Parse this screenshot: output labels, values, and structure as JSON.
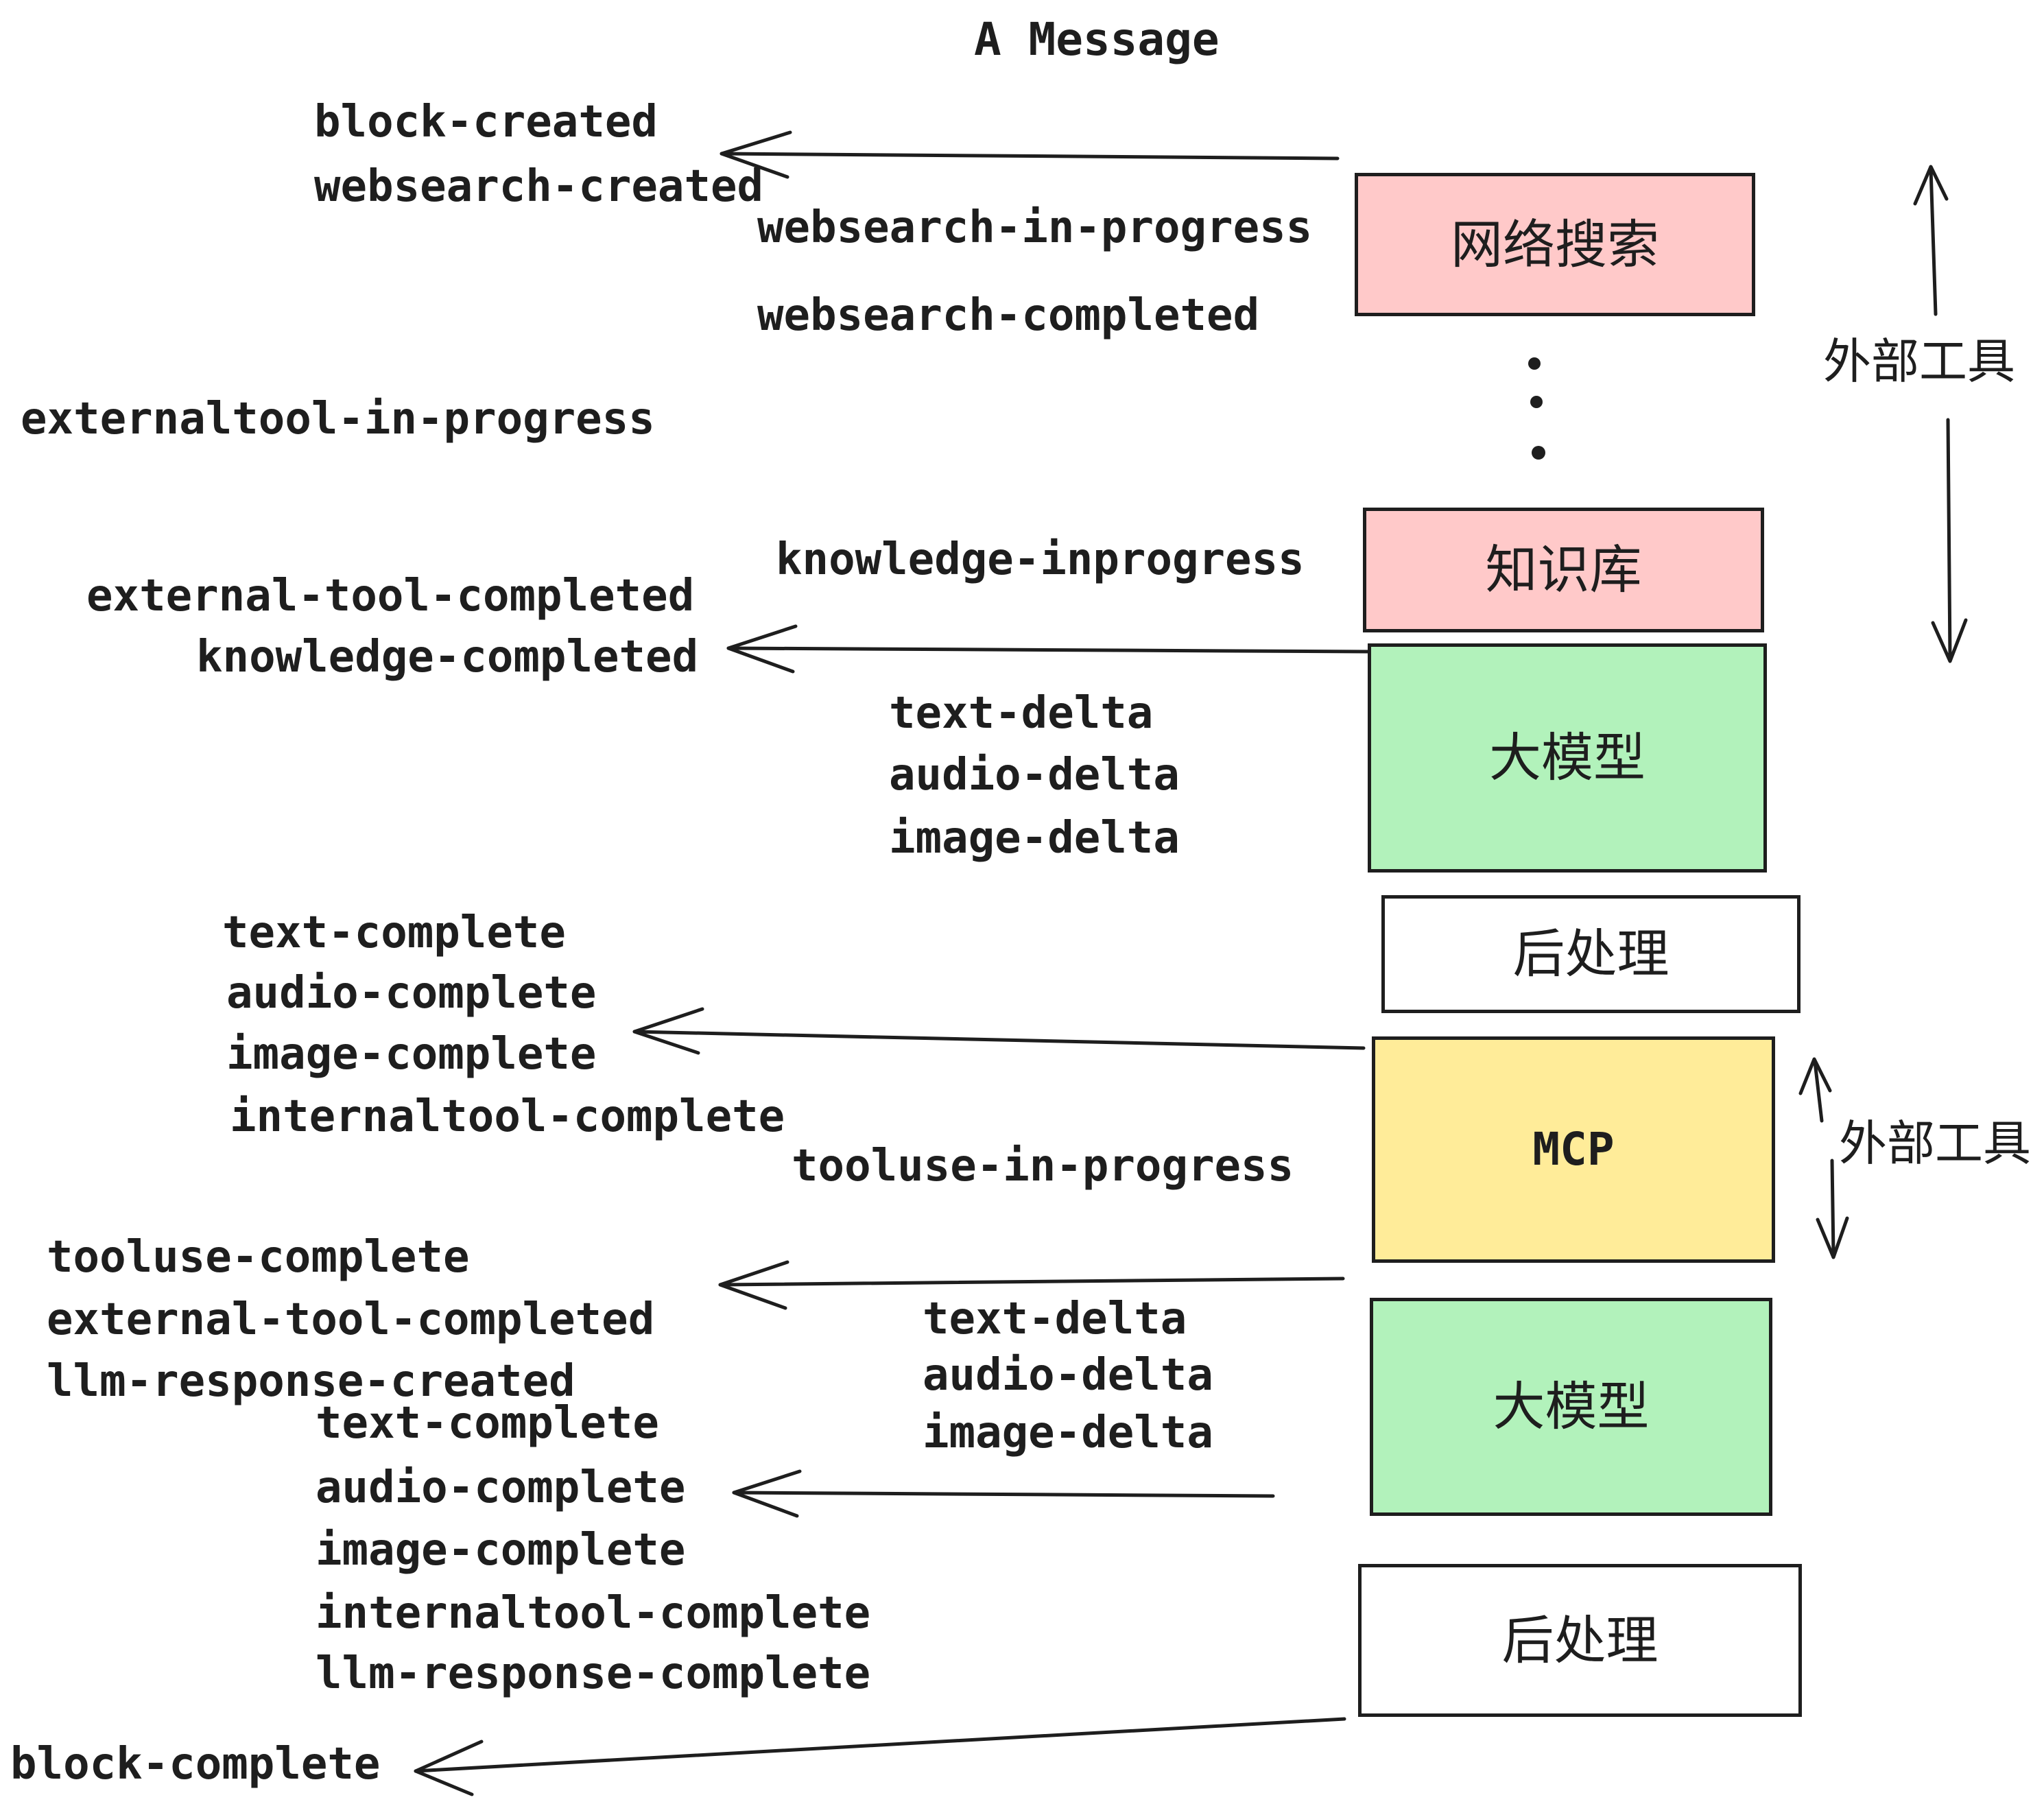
{
  "title": "A Message",
  "colors": {
    "background": "#ffffff",
    "stroke": "#1e1e1e",
    "text": "#1e1e1e",
    "box_pink": "#ffc9c9",
    "box_green": "#b2f2bb",
    "box_yellow": "#ffec99",
    "box_white": "#ffffff"
  },
  "events": {
    "block_created": "block-created",
    "websearch_created": "websearch-created",
    "websearch_in_progress": "websearch-in-progress",
    "websearch_completed": "websearch-completed",
    "externaltool_in_progress": "externaltool-in-progress",
    "knowledge_inprogress": "knowledge-inprogress",
    "external_tool_completed": "external-tool-completed",
    "knowledge_completed": "knowledge-completed",
    "text_delta": "text-delta",
    "audio_delta": "audio-delta",
    "image_delta": "image-delta",
    "text_complete": "text-complete",
    "audio_complete": "audio-complete",
    "image_complete": "image-complete",
    "internaltool_complete": "internaltool-complete",
    "tooluse_in_progress": "tooluse-in-progress",
    "tooluse_complete": "tooluse-complete",
    "llm_response_created": "llm-response-created",
    "llm_response_complete": "llm-response-complete",
    "block_complete": "block-complete"
  },
  "boxes": [
    {
      "id": "websearch",
      "label": "网络搜索",
      "fill": "#ffc9c9"
    },
    {
      "id": "knowledge-base",
      "label": "知识库",
      "fill": "#ffc9c9"
    },
    {
      "id": "llm-1",
      "label": "大模型",
      "fill": "#b2f2bb"
    },
    {
      "id": "post-process-1",
      "label": "后处理",
      "fill": "#ffffff"
    },
    {
      "id": "mcp",
      "label": "MCP",
      "fill": "#ffec99"
    },
    {
      "id": "llm-2",
      "label": "大模型",
      "fill": "#b2f2bb"
    },
    {
      "id": "post-process-2",
      "label": "后处理",
      "fill": "#ffffff"
    }
  ],
  "annotations": {
    "external_tools": "外部工具"
  }
}
